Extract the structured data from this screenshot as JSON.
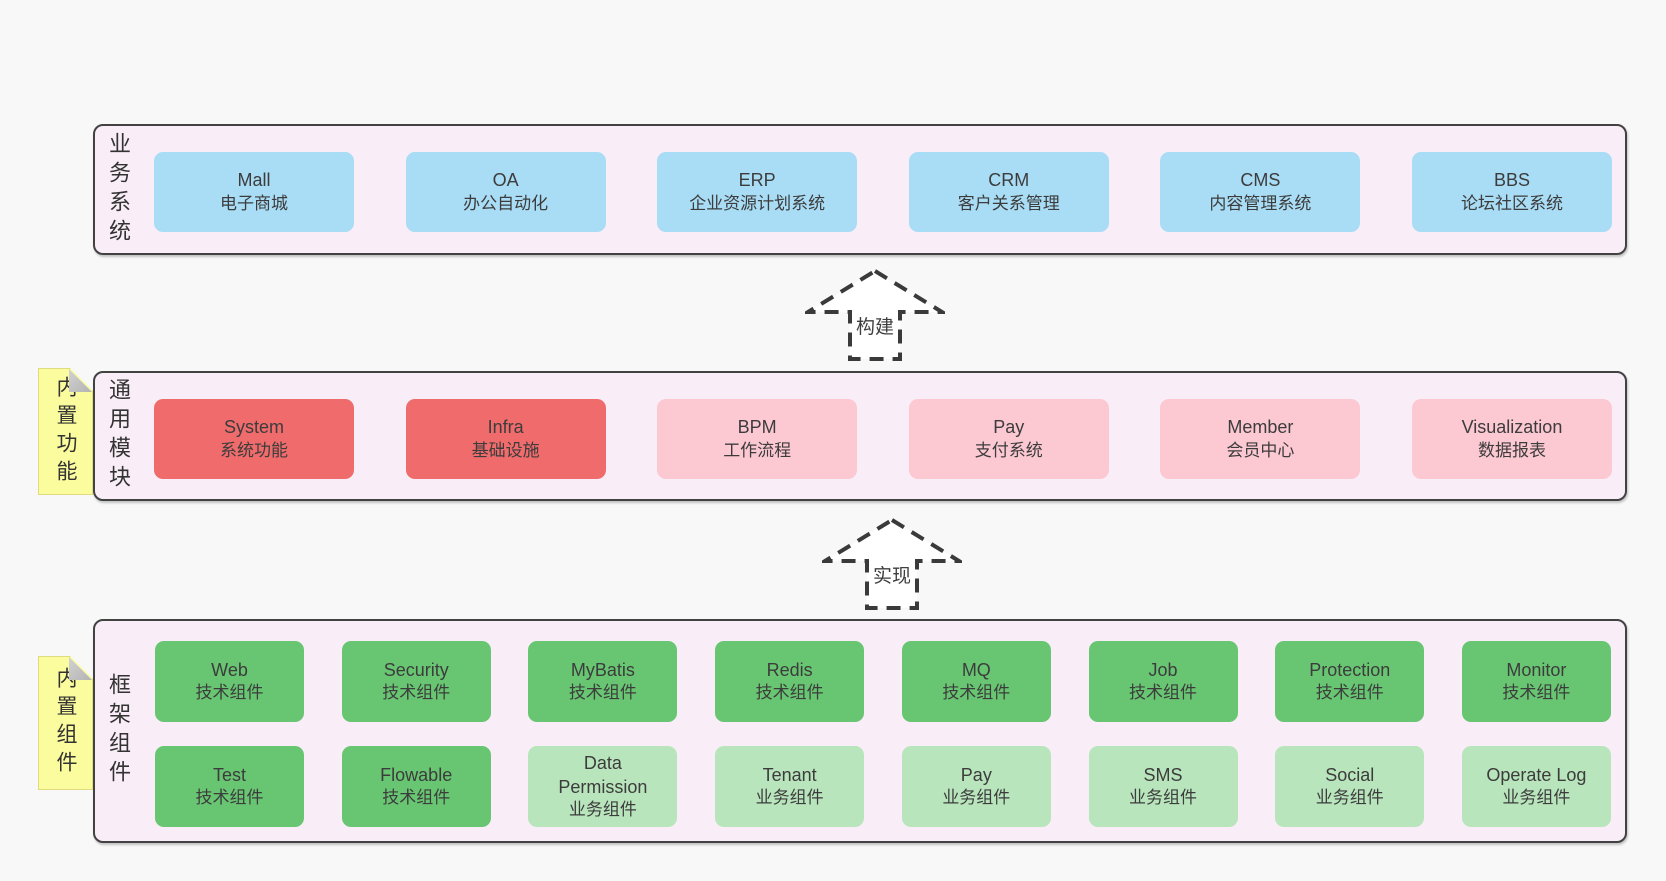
{
  "colors": {
    "blue": "#a9dcf5",
    "red": "#f06b6b",
    "pink": "#fcc8d2",
    "green": "#68c672",
    "lightGreen": "#b9e5bd",
    "panelBg": "#f9eef7",
    "noteBg": "#fbfc9e",
    "pageBg": "#f8f8f8"
  },
  "sections": [
    {
      "label": "业务系统",
      "note": null,
      "rows": [
        [
          {
            "name": "Mall",
            "desc": "电子商城",
            "color": "blue"
          },
          {
            "name": "OA",
            "desc": "办公自动化",
            "color": "blue"
          },
          {
            "name": "ERP",
            "desc": "企业资源计划系统",
            "color": "blue"
          },
          {
            "name": "CRM",
            "desc": "客户关系管理",
            "color": "blue"
          },
          {
            "name": "CMS",
            "desc": "内容管理系统",
            "color": "blue"
          },
          {
            "name": "BBS",
            "desc": "论坛社区系统",
            "color": "blue"
          }
        ]
      ]
    },
    {
      "label": "通用模块",
      "note": "内置功能",
      "rows": [
        [
          {
            "name": "System",
            "desc": "系统功能",
            "color": "red"
          },
          {
            "name": "Infra",
            "desc": "基础设施",
            "color": "red"
          },
          {
            "name": "BPM",
            "desc": "工作流程",
            "color": "pink"
          },
          {
            "name": "Pay",
            "desc": "支付系统",
            "color": "pink"
          },
          {
            "name": "Member",
            "desc": "会员中心",
            "color": "pink"
          },
          {
            "name": "Visualization",
            "desc": "数据报表",
            "color": "pink"
          }
        ]
      ]
    },
    {
      "label": "框架组件",
      "note": "内置组件",
      "rows": [
        [
          {
            "name": "Web",
            "desc": "技术组件",
            "color": "green"
          },
          {
            "name": "Security",
            "desc": "技术组件",
            "color": "green"
          },
          {
            "name": "MyBatis",
            "desc": "技术组件",
            "color": "green"
          },
          {
            "name": "Redis",
            "desc": "技术组件",
            "color": "green"
          },
          {
            "name": "MQ",
            "desc": "技术组件",
            "color": "green"
          },
          {
            "name": "Job",
            "desc": "技术组件",
            "color": "green"
          },
          {
            "name": "Protection",
            "desc": "技术组件",
            "color": "green"
          },
          {
            "name": "Monitor",
            "desc": "技术组件",
            "color": "green"
          }
        ],
        [
          {
            "name": "Test",
            "desc": "技术组件",
            "color": "green"
          },
          {
            "name": "Flowable",
            "desc": "技术组件",
            "color": "green"
          },
          {
            "name": "Data Permission",
            "desc": "业务组件",
            "color": "lightGreen"
          },
          {
            "name": "Tenant",
            "desc": "业务组件",
            "color": "lightGreen"
          },
          {
            "name": "Pay",
            "desc": "业务组件",
            "color": "lightGreen"
          },
          {
            "name": "SMS",
            "desc": "业务组件",
            "color": "lightGreen"
          },
          {
            "name": "Social",
            "desc": "业务组件",
            "color": "lightGreen"
          },
          {
            "name": "Operate Log",
            "desc": "业务组件",
            "color": "lightGreen"
          }
        ]
      ]
    }
  ],
  "arrows": [
    {
      "label": "构建"
    },
    {
      "label": "实现"
    }
  ]
}
